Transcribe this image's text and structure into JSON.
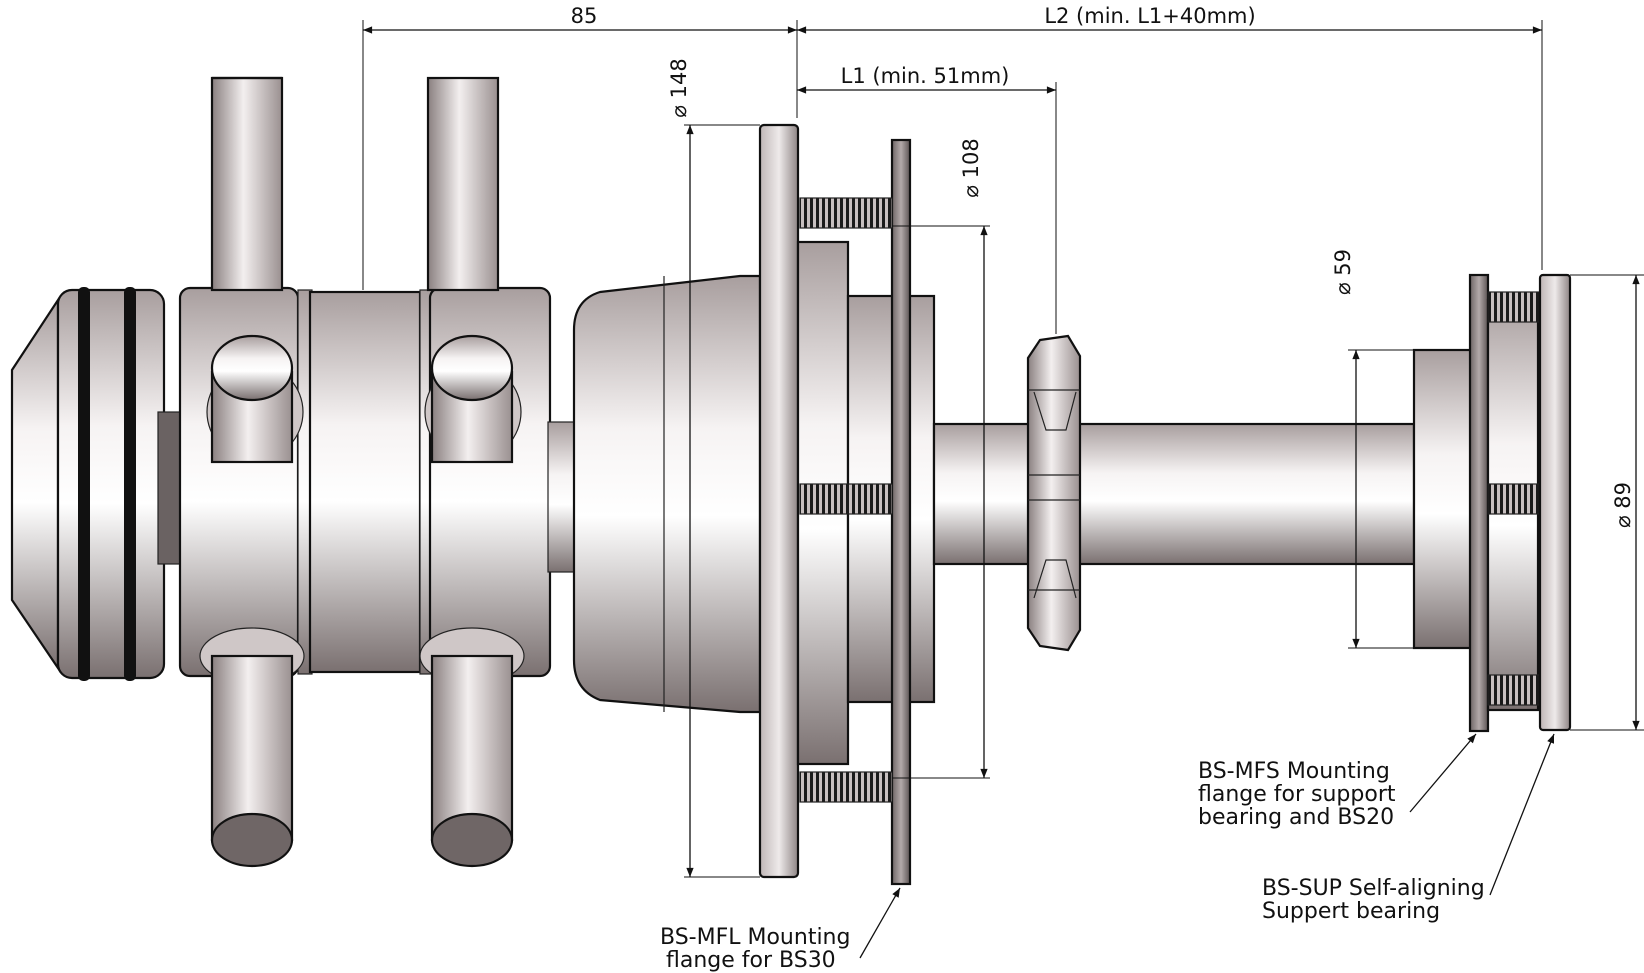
{
  "dimensions": {
    "len_85": "85",
    "len_L2": "L2 (min. L1+40mm)",
    "len_L1": "L1 (min. 51mm)",
    "dia_148": "⌀ 148",
    "dia_108": "⌀ 108",
    "dia_59": "⌀ 59",
    "dia_89": "⌀ 89"
  },
  "notes": {
    "mfs_line1": "BS-MFS Mounting",
    "mfs_line2": "flange for support",
    "mfs_line3": "bearing and BS20",
    "sup_line1": "BS-SUP Self-aligning",
    "sup_line2": "Suppert bearing",
    "mfl_line1": "BS-MFL Mounting",
    "mfl_line2": "flange for BS30"
  }
}
